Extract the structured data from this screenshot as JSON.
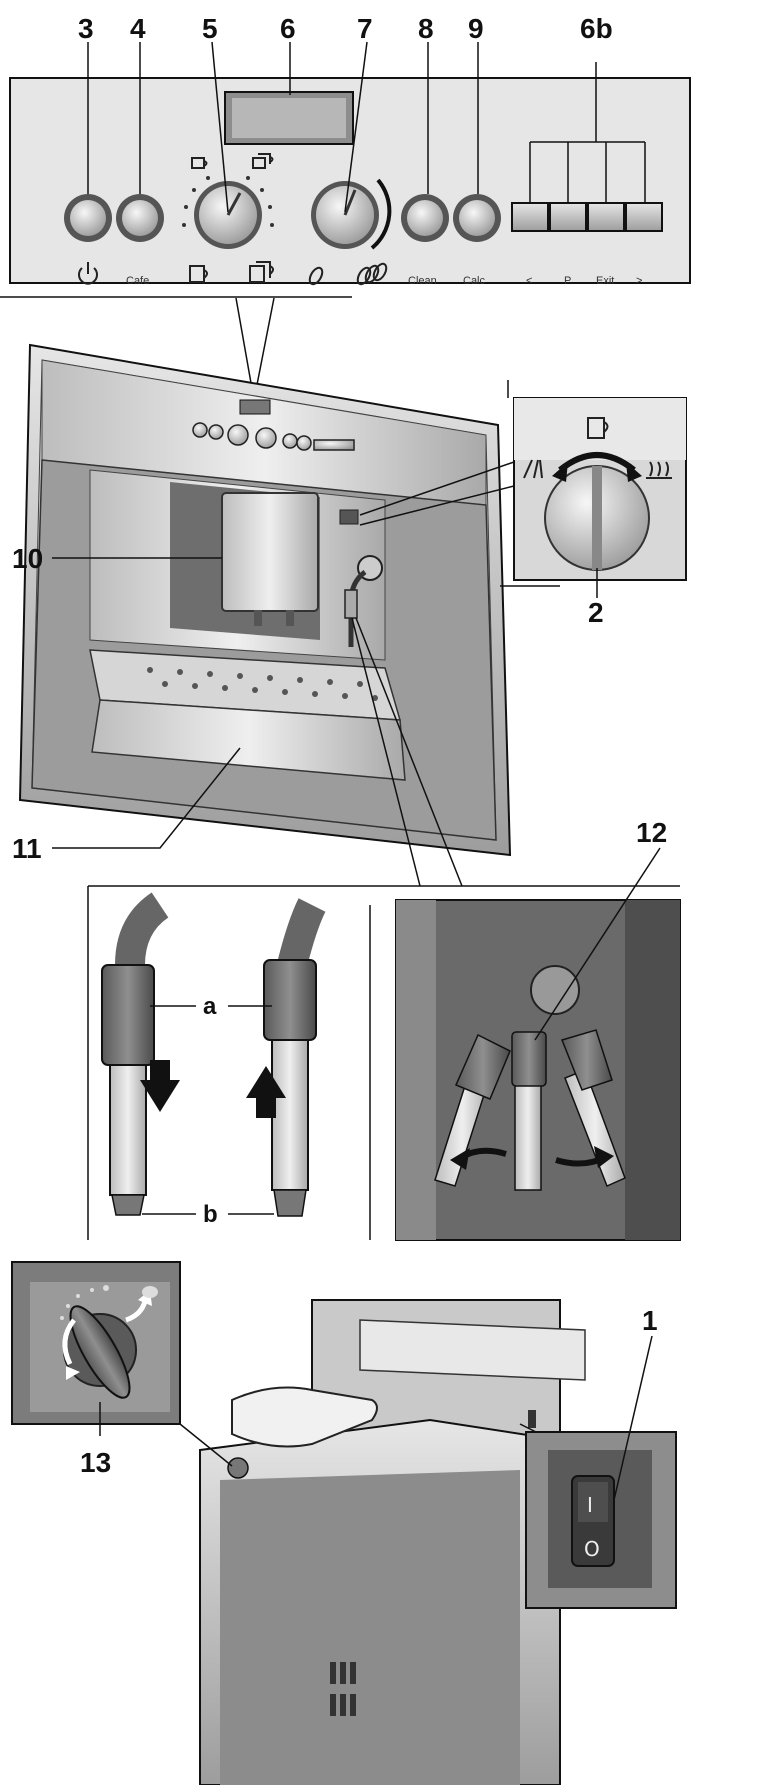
{
  "callouts": {
    "n1": "1",
    "n2": "2",
    "n3": "3",
    "n4": "4",
    "n5": "5",
    "n6": "6",
    "n6b": "6b",
    "n7": "7",
    "n8": "8",
    "n9": "9",
    "n10": "10",
    "n11": "11",
    "n12": "12",
    "n13": "13"
  },
  "panel_labels": {
    "cafe": "Cafe",
    "clean": "Clean",
    "calc": "Calc",
    "prev": "<",
    "p": "P",
    "exit": "Exit",
    "next": ">"
  },
  "nozzle_labels": {
    "a": "a",
    "b": "b"
  },
  "switch_marks": {
    "on": "I",
    "off": "O"
  },
  "colors": {
    "panel": "#e4e4e4",
    "steel_light": "#d2d2d2",
    "steel_dark": "#8a8a8a",
    "line": "#111111"
  }
}
